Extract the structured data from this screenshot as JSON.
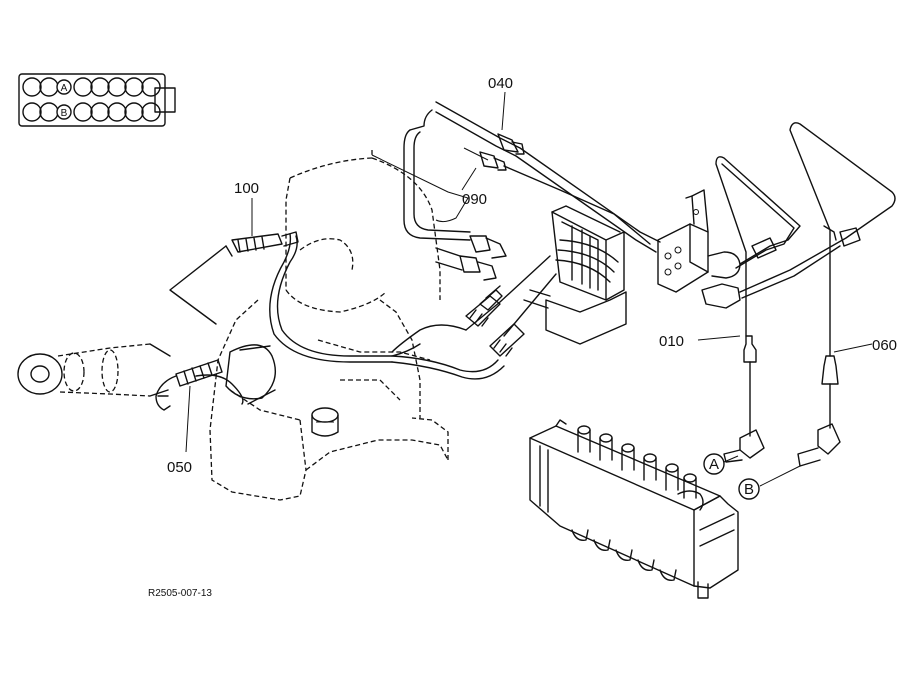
{
  "parts": [
    {
      "id": "010",
      "label": "010"
    },
    {
      "id": "040",
      "label": "040"
    },
    {
      "id": "050",
      "label": "050"
    },
    {
      "id": "060",
      "label": "060"
    },
    {
      "id": "090",
      "label": "090"
    },
    {
      "id": "100",
      "label": "100"
    }
  ],
  "ports": {
    "a": "A",
    "b": "B"
  },
  "drawing_code": "R2505-007-13",
  "colors": {
    "line": "#111111",
    "background": "#ffffff"
  }
}
